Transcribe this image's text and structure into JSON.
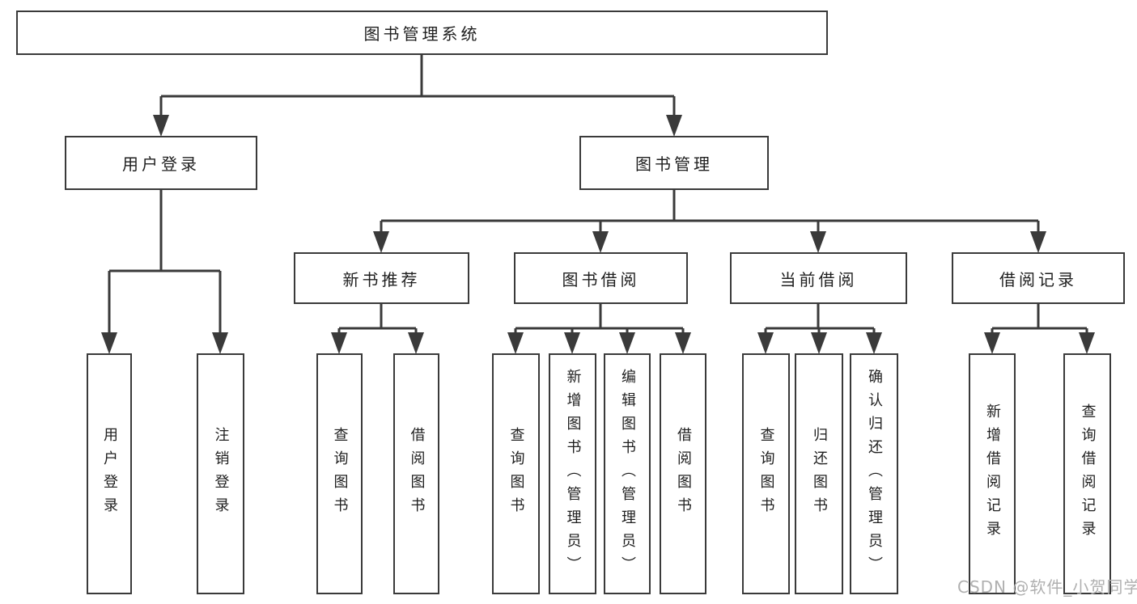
{
  "colors": {
    "line": "#3a3a3a",
    "text": "#1f1f1f",
    "watermark": "#b0b0b0",
    "bg": "#ffffff"
  },
  "watermark": {
    "text": "CSDN @软件_小贺同学"
  },
  "tree": {
    "root": {
      "label": "图书管理系统"
    },
    "branches": [
      {
        "label": "用户登录",
        "children": [
          {
            "label": "用户登录"
          },
          {
            "label": "注销登录"
          }
        ]
      },
      {
        "label": "图书管理",
        "children": [
          {
            "label": "新书推荐",
            "children": [
              {
                "label": "查询图书"
              },
              {
                "label": "借阅图书"
              }
            ]
          },
          {
            "label": "图书借阅",
            "children": [
              {
                "label": "查询图书"
              },
              {
                "label": "新增图书（管理员）"
              },
              {
                "label": "编辑图书（管理员）"
              },
              {
                "label": "借阅图书"
              }
            ]
          },
          {
            "label": "当前借阅",
            "children": [
              {
                "label": "查询图书"
              },
              {
                "label": "归还图书"
              },
              {
                "label": "确认归还（管理员）"
              }
            ]
          },
          {
            "label": "借阅记录",
            "children": [
              {
                "label": "新增借阅记录"
              },
              {
                "label": "查询借阅记录"
              }
            ]
          }
        ]
      }
    ]
  }
}
